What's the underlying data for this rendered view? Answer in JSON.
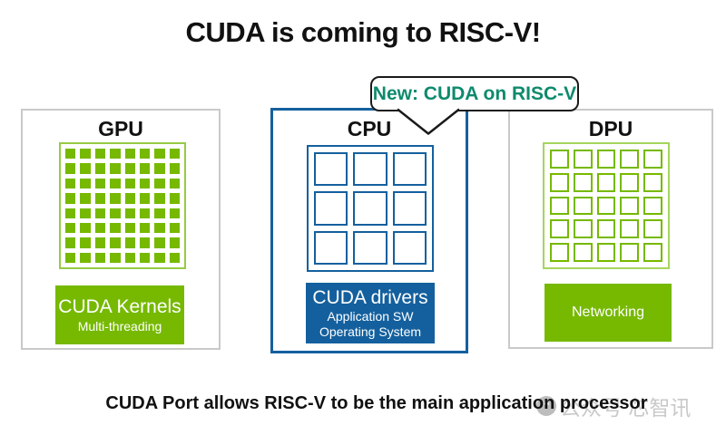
{
  "title": "CUDA is coming to RISC-V!",
  "callout": {
    "text": "New: CUDA on RISC-V"
  },
  "panels": {
    "gpu": {
      "title": "GPU",
      "grid": {
        "rows": 8,
        "cols": 8,
        "style": "filled-green-squares"
      },
      "label": {
        "line1": "CUDA Kernels",
        "line2": "Multi-threading"
      }
    },
    "cpu": {
      "title": "CPU",
      "grid": {
        "rows": 3,
        "cols": 3,
        "style": "outlined-blue-squares"
      },
      "label": {
        "line1": "CUDA drivers",
        "line2": "Application SW",
        "line3": "Operating System"
      }
    },
    "dpu": {
      "title": "DPU",
      "grid": {
        "rows": 5,
        "cols": 5,
        "style": "outlined-green-squares"
      },
      "label": {
        "line1": "Networking"
      }
    }
  },
  "footer": {
    "text": "CUDA Port allows RISC-V to be the main application processor"
  },
  "watermark": {
    "source_label": "公众号 芯智讯"
  },
  "colors": {
    "nvidia_green": "#76b900",
    "light_green_frame": "#9bcf4e",
    "cpu_blue": "#14609e",
    "callout_text_green": "#0e8a6d",
    "panel_border_gray": "#c9c9c9",
    "watermark_gray": "#c9c9c9",
    "text_black": "#111111"
  }
}
